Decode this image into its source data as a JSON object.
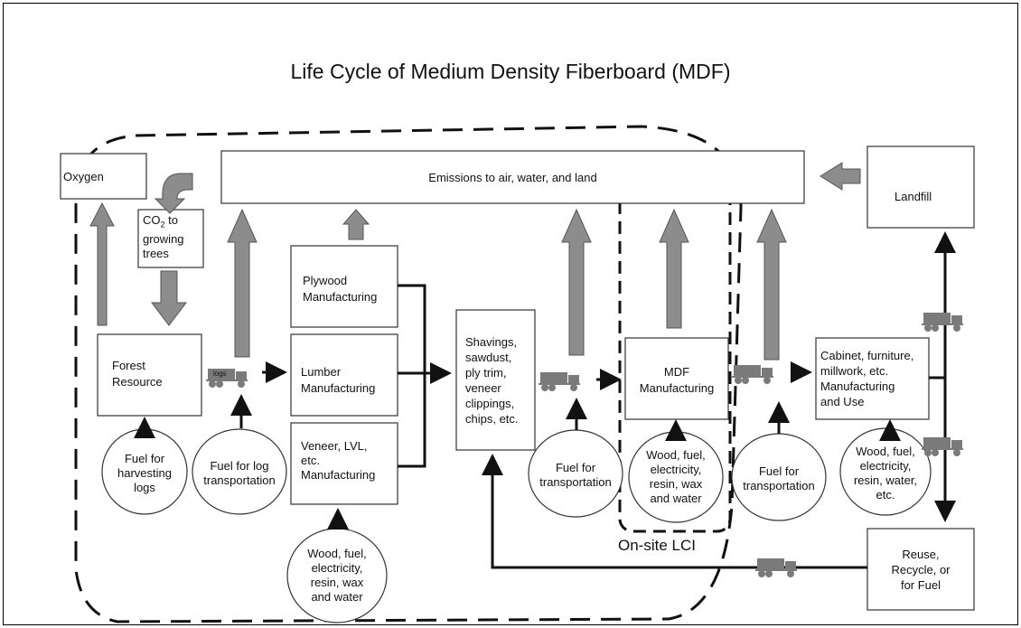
{
  "title": "Life Cycle of Medium Density Fiberboard (MDF)",
  "boxes": {
    "oxygen": "Oxygen",
    "emissions": "Emissions to air, water, and land",
    "co2": [
      "CO",
      "2",
      " to",
      "growing",
      "trees"
    ],
    "landfill": "Landfill",
    "forest": [
      "Forest",
      "Resource"
    ],
    "plywood": [
      "Plywood",
      "Manufacturing"
    ],
    "lumber": [
      "Lumber",
      "Manufacturing"
    ],
    "veneer": [
      "Veneer, LVL,",
      "etc.",
      "Manufacturing"
    ],
    "shavings": [
      "Shavings,",
      "sawdust,",
      "ply trim,",
      "veneer",
      "clippings,",
      "chips, etc."
    ],
    "mdf": [
      "MDF",
      "Manufacturing"
    ],
    "cabinet": [
      "Cabinet, furniture,",
      "millwork, etc.",
      "Manufacturing",
      "and Use"
    ],
    "reuse": [
      "Reuse,",
      "Recycle, or",
      "for Fuel"
    ]
  },
  "ellipses": {
    "fuel_harvest": [
      "Fuel for",
      "harvesting",
      "logs"
    ],
    "fuel_log": [
      "Fuel for log",
      "transportation"
    ],
    "wood_veneer": [
      "Wood, fuel,",
      "electricity,",
      "resin, wax",
      "and water"
    ],
    "fuel_trans1": [
      "Fuel for",
      "transportation"
    ],
    "wood_mdf": [
      "Wood, fuel,",
      "electricity,",
      "resin, wax",
      "and water"
    ],
    "fuel_trans2": [
      "Fuel for",
      "transportation"
    ],
    "wood_cabinet": [
      "Wood, fuel,",
      "electricity,",
      "resin, water,",
      "etc."
    ]
  },
  "truck_label": "logs",
  "onsite_label": "On-site LCI",
  "colors": {
    "arrow_fill": "#8c8c8c",
    "truck": "#7a7a7a",
    "line": "#111111"
  }
}
